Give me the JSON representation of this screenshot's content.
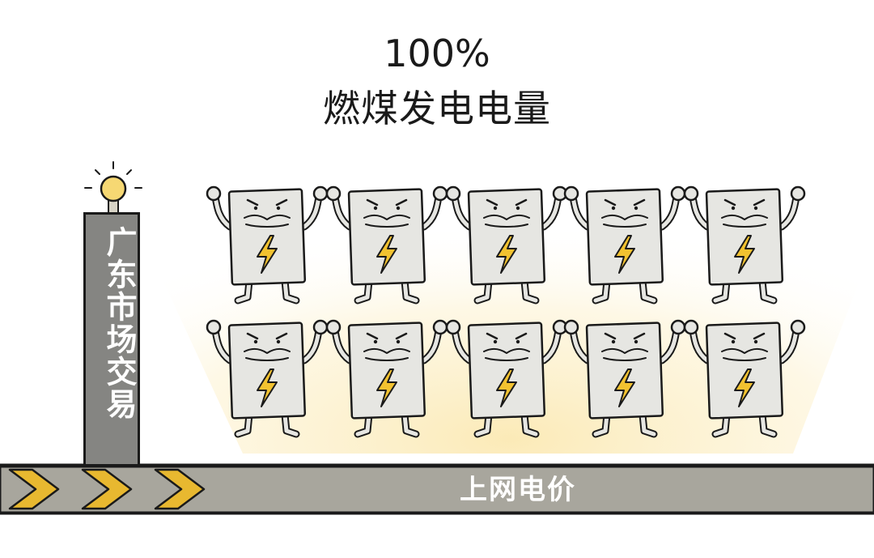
{
  "headline": {
    "percent": "100%",
    "label": "燃煤发电电量"
  },
  "pole": {
    "text": "广东市场交易"
  },
  "road": {
    "label": "上网电价"
  },
  "colors": {
    "pole": "#858582",
    "road": "#a8a69d",
    "chevron": "#e8b830",
    "battery": "#e6e6e2",
    "bolt": "#f2c230",
    "glow": "#fbe9b3"
  },
  "battery_count": 10
}
